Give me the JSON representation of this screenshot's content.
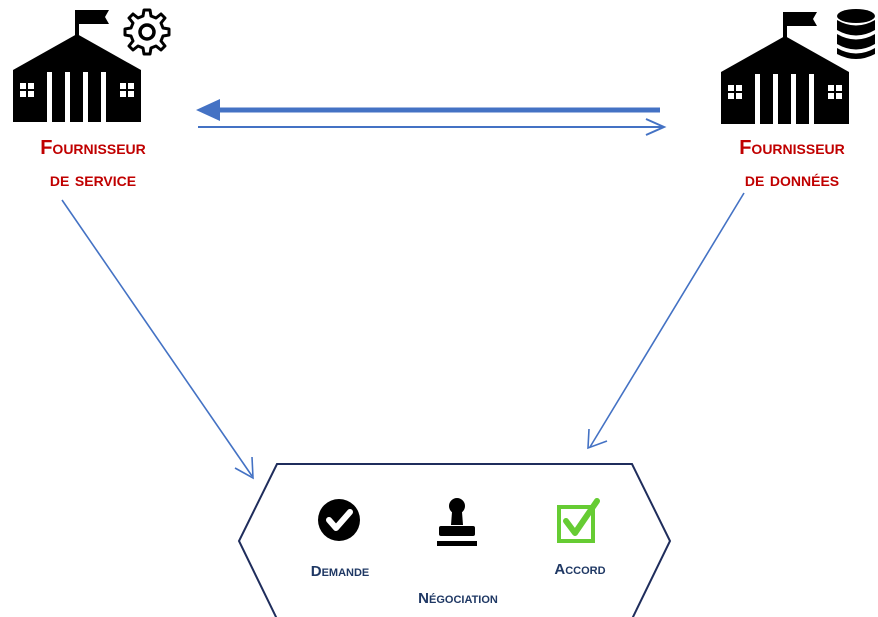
{
  "nodes": {
    "service_provider": {
      "line1": "Fournisseur",
      "line2": "de service",
      "icon": "government-building-gear-icon"
    },
    "data_provider": {
      "line1": "Fournisseur",
      "line2": "de données",
      "icon": "government-building-database-icon"
    }
  },
  "process": {
    "steps": [
      {
        "label": "Demande",
        "icon": "check-circle-icon"
      },
      {
        "label": "Négociation",
        "icon": "stamp-icon"
      },
      {
        "label": "Accord",
        "icon": "checkbox-checked-icon"
      }
    ]
  },
  "colors": {
    "node_label": "#c00000",
    "step_label": "#1f3864",
    "arrows": "#4472c4",
    "hexagon_stroke": "#1f2d5c",
    "accord_icon": "#66cc33",
    "icons": "#000000"
  }
}
